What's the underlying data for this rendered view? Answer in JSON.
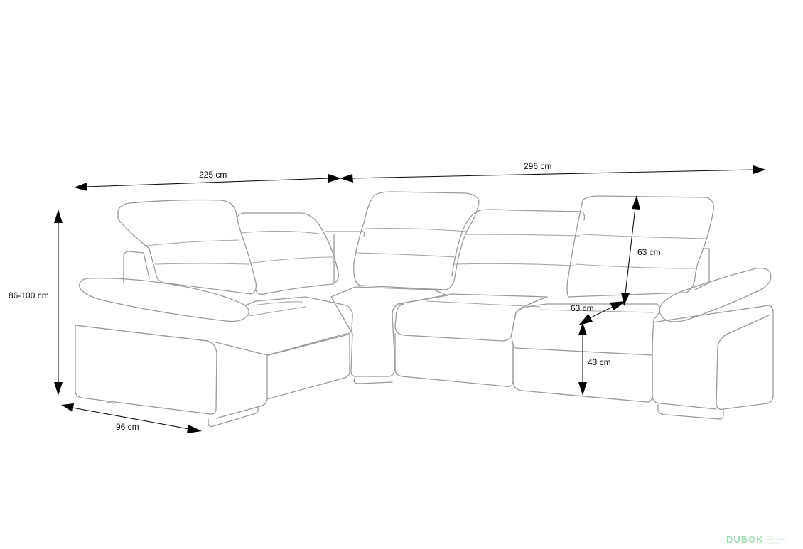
{
  "dimensions": {
    "width_left": "225 cm",
    "width_right": "296 cm",
    "height_total": "86-100 cm",
    "depth": "96 cm",
    "back_height": "63 cm",
    "seat_depth": "63 cm",
    "seat_height": "43 cm"
  },
  "watermark": {
    "brand": "DUBOK",
    "tagline": "ВАШ МЕБЕЛЬНЫЙ МАГАЗИН"
  },
  "colors": {
    "outline": "#9a9a9a",
    "dimension_lines": "#111111",
    "watermark": "#9ddfae"
  }
}
